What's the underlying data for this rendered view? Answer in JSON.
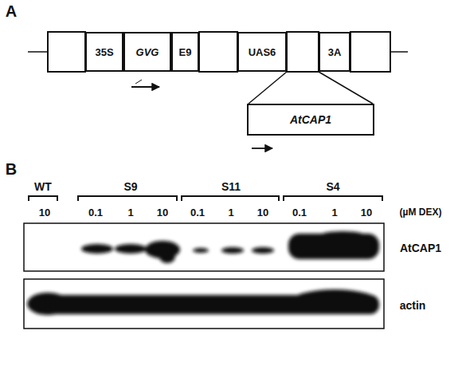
{
  "diagram": {
    "nodes": [
      {
        "text": [
          "35S"
        ]
      },
      {
        "text": [
          "GVG"
        ]
      },
      {
        "text": [
          "E9"
        ]
      },
      {
        "text": [
          "UAS6"
        ]
      },
      {
        "text": [
          "3A"
        ]
      },
      {
        "text": [
          "AtCAP1"
        ]
      }
    ],
    "labels": [
      "A",
      "B",
      "WT",
      "S9",
      "S11",
      "S4",
      "10",
      "0.1",
      "1",
      "10",
      "0.1",
      "1",
      "10",
      "0.1",
      "1",
      "10",
      "(µM DEX)",
      "AtCAP1",
      "actin"
    ]
  }
}
